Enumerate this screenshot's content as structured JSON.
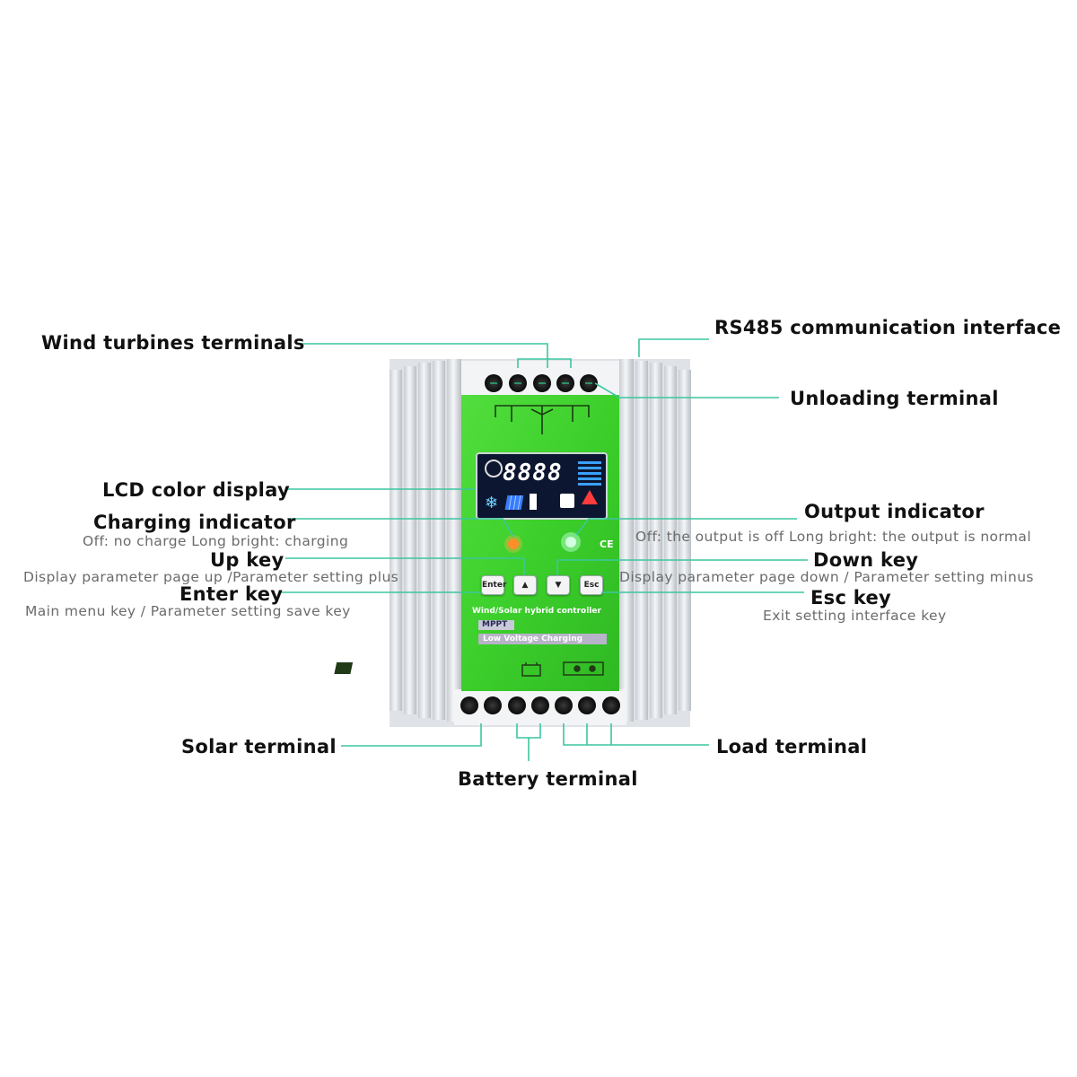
{
  "labels": {
    "wind_turbines_terminals": "Wind turbines terminals",
    "rs485_interface": "RS485 communication interface",
    "unloading_terminal": "Unloading terminal",
    "lcd_color_display": "LCD color display",
    "charging_indicator": "Charging indicator",
    "charging_indicator_desc": "Off: no charge  Long bright: charging",
    "output_indicator": "Output indicator",
    "output_indicator_desc": "Off: the output is off   Long bright: the output is normal",
    "up_key": "Up key",
    "up_key_desc": "Display parameter page up  /Parameter setting plus",
    "down_key": "Down key",
    "down_key_desc": "Display parameter page down / Parameter setting minus",
    "enter_key": "Enter key",
    "enter_key_desc": "Main menu key / Parameter setting save key",
    "esc_key": "Esc key",
    "esc_key_desc": "Exit setting interface key",
    "solar_terminal": "Solar terminal",
    "battery_terminal": "Battery terminal",
    "load_terminal": "Load terminal"
  },
  "device": {
    "lcd_digits": "8888",
    "panel_title": "Wind/Solar hybrid controller",
    "mppt_badge": "MPPT",
    "charging_badge": "Low Voltage Charging",
    "ce_mark": "CE",
    "keys": [
      "Enter",
      "",
      "",
      "Esc"
    ]
  },
  "colors": {
    "panel_green": "#39d12a",
    "leader_line": "#3cc6a0",
    "housing": "#e6e9ec"
  }
}
